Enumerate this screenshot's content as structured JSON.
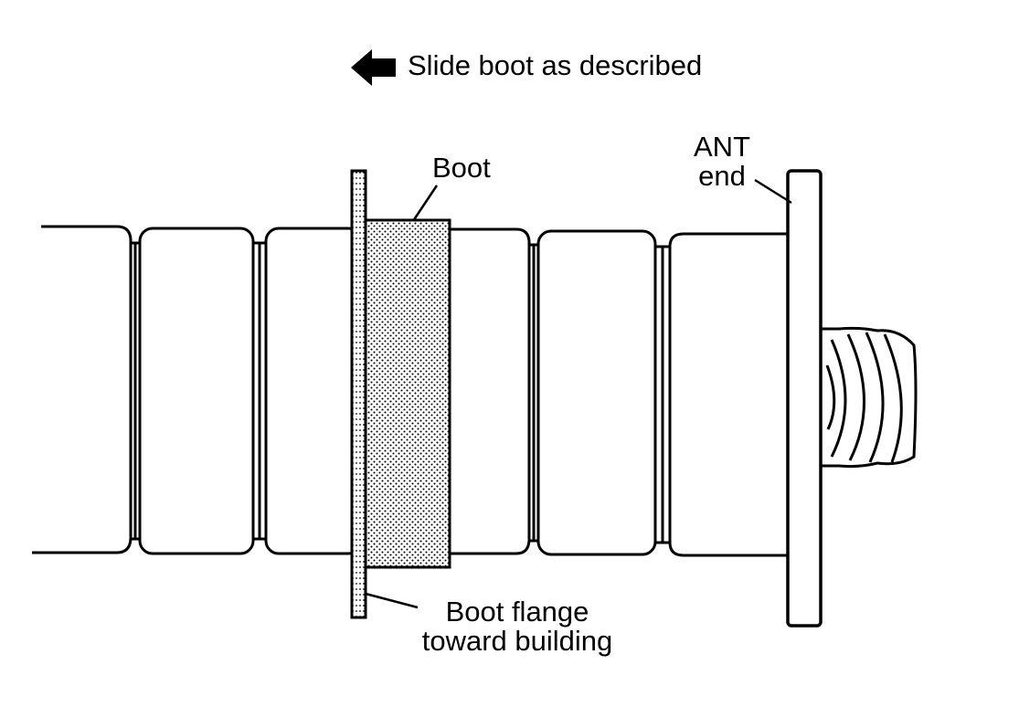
{
  "instruction": {
    "text": "Slide boot as described",
    "arrow_icon": "left-arrow-icon"
  },
  "labels": {
    "boot": "Boot",
    "ant_end_line1": "ANT",
    "ant_end_line2": "end",
    "flange_line1": "Boot flange",
    "flange_line2": "toward building"
  },
  "colors": {
    "ink": "#000000",
    "paper": "#ffffff"
  }
}
